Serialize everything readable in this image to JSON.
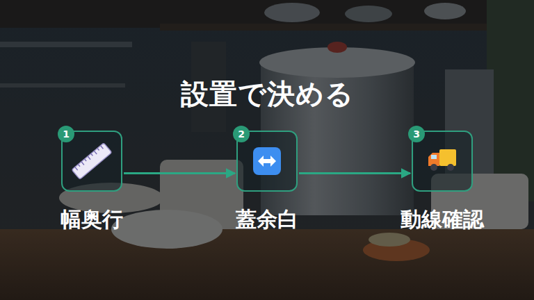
{
  "diagram": {
    "title": "設置で決める",
    "nodes": [
      {
        "text": [
          "1",
          "幅奥行"
        ]
      },
      {
        "text": [
          "2",
          "蓋余白"
        ]
      },
      {
        "text": [
          "3",
          "動線確認"
        ]
      }
    ],
    "edges": [
      {
        "from": 0,
        "to": 1,
        "arrow": "to"
      },
      {
        "from": 1,
        "to": 2,
        "arrow": "to"
      }
    ]
  }
}
